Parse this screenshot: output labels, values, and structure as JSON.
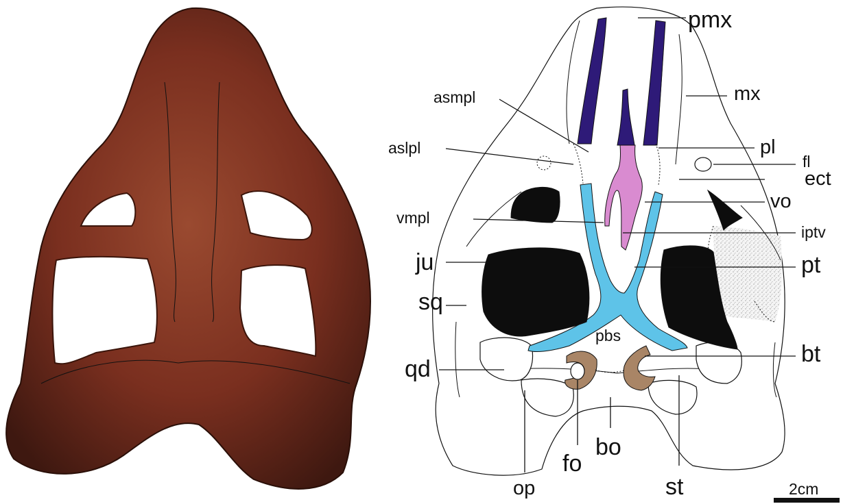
{
  "figure": {
    "photo": {
      "description_icon": "fossil-skull-photo"
    },
    "scale_bar": {
      "label": "2cm"
    },
    "colors": {
      "premaxilla": "#2e1a78",
      "vomer": "#d98bd0",
      "pterygoid": "#5ec3e8",
      "basal_tubera": "#a98566",
      "fenestra": "#0d0d0d",
      "stipple": "#c8c8c8",
      "bone_photo": "#7a2f1f"
    },
    "labels": {
      "pmx": "pmx",
      "mx": "mx",
      "asmpl": "asmpl",
      "pl": "pl",
      "fl": "fl",
      "aslpl": "aslpl",
      "ect": "ect",
      "vo": "vo",
      "vmpl": "vmpl",
      "iptv": "iptv",
      "ju": "ju",
      "pt": "pt",
      "sq": "sq",
      "pbs": "pbs",
      "bt": "bt",
      "qd": "qd",
      "fo": "fo",
      "bo": "bo",
      "op": "op",
      "st": "st"
    }
  }
}
